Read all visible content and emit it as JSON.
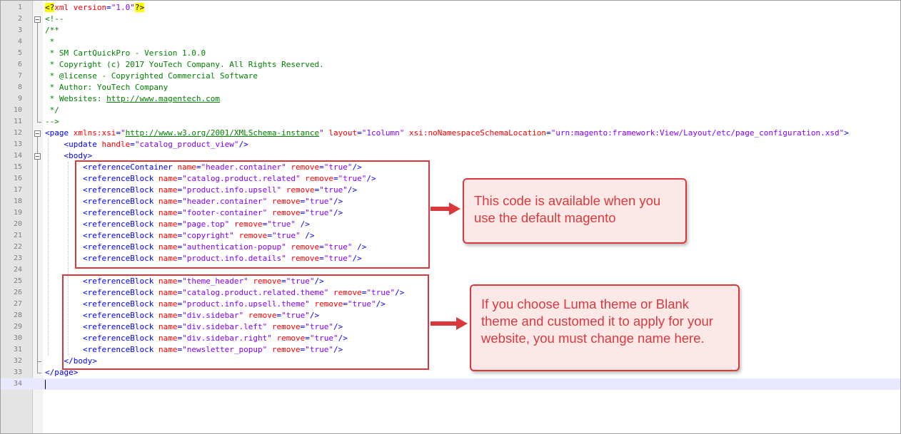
{
  "editor": {
    "lines": [
      {
        "n": "1",
        "parts": [
          [
            "pi",
            "<?"
          ],
          [
            "xmlpi",
            "xml "
          ],
          [
            "attr",
            "version"
          ],
          [
            "tag",
            "="
          ],
          [
            "val",
            "\"1.0\""
          ],
          [
            "pi",
            "?>"
          ]
        ]
      },
      {
        "n": "2",
        "parts": [
          [
            "cmt",
            "<!--"
          ]
        ]
      },
      {
        "n": "3",
        "parts": [
          [
            "cmt",
            "/**"
          ]
        ]
      },
      {
        "n": "4",
        "parts": [
          [
            "cmt",
            " *"
          ]
        ]
      },
      {
        "n": "5",
        "parts": [
          [
            "cmt",
            " * SM CartQuickPro - Version 1.0.0"
          ]
        ]
      },
      {
        "n": "6",
        "parts": [
          [
            "cmt",
            " * Copyright (c) 2017 YouTech Company. All Rights Reserved."
          ]
        ]
      },
      {
        "n": "7",
        "parts": [
          [
            "cmt",
            " * @license - Copyrighted Commercial Software"
          ]
        ]
      },
      {
        "n": "8",
        "parts": [
          [
            "cmt",
            " * Author: YouTech Company"
          ]
        ]
      },
      {
        "n": "9",
        "parts": [
          [
            "cmt",
            " * Websites: "
          ],
          [
            "url",
            "http://www.magentech.com"
          ]
        ]
      },
      {
        "n": "10",
        "parts": [
          [
            "cmt",
            " */"
          ]
        ]
      },
      {
        "n": "11",
        "parts": [
          [
            "cmt",
            "-->"
          ]
        ]
      },
      {
        "n": "12",
        "parts": [
          [
            "tag",
            "<page "
          ],
          [
            "attr",
            "xmlns:xsi"
          ],
          [
            "tag",
            "="
          ],
          [
            "val",
            "\""
          ],
          [
            "urlv",
            "http://www.w3.org/2001/XMLSchema-instance"
          ],
          [
            "val",
            "\""
          ],
          [
            "tag",
            " "
          ],
          [
            "attr",
            "layout"
          ],
          [
            "tag",
            "="
          ],
          [
            "val",
            "\"1column\""
          ],
          [
            "tag",
            " "
          ],
          [
            "attr",
            "xsi:noNamespaceSchemaLocation"
          ],
          [
            "tag",
            "="
          ],
          [
            "val",
            "\"urn:magento:framework:View/Layout/etc/page_configuration.xsd\""
          ],
          [
            "tag",
            ">"
          ]
        ]
      },
      {
        "n": "13",
        "parts": [
          [
            "tag",
            "    <update "
          ],
          [
            "attr",
            "handle"
          ],
          [
            "tag",
            "="
          ],
          [
            "val",
            "\"catalog_product_view\""
          ],
          [
            "tag",
            "/>"
          ]
        ]
      },
      {
        "n": "14",
        "parts": [
          [
            "tag",
            "    <body>"
          ]
        ]
      },
      {
        "n": "15",
        "parts": [
          [
            "tag",
            "        <referenceContainer "
          ],
          [
            "attr",
            "name"
          ],
          [
            "tag",
            "="
          ],
          [
            "val",
            "\"header.container\""
          ],
          [
            "tag",
            " "
          ],
          [
            "attr",
            "remove"
          ],
          [
            "tag",
            "="
          ],
          [
            "val",
            "\"true\""
          ],
          [
            "tag",
            "/>"
          ]
        ]
      },
      {
        "n": "16",
        "parts": [
          [
            "tag",
            "        <referenceBlock "
          ],
          [
            "attr",
            "name"
          ],
          [
            "tag",
            "="
          ],
          [
            "val",
            "\"catalog.product.related\""
          ],
          [
            "tag",
            " "
          ],
          [
            "attr",
            "remove"
          ],
          [
            "tag",
            "="
          ],
          [
            "val",
            "\"true\""
          ],
          [
            "tag",
            "/>"
          ]
        ]
      },
      {
        "n": "17",
        "parts": [
          [
            "tag",
            "        <referenceBlock "
          ],
          [
            "attr",
            "name"
          ],
          [
            "tag",
            "="
          ],
          [
            "val",
            "\"product.info.upsell\""
          ],
          [
            "tag",
            " "
          ],
          [
            "attr",
            "remove"
          ],
          [
            "tag",
            "="
          ],
          [
            "val",
            "\"true\""
          ],
          [
            "tag",
            "/>"
          ]
        ]
      },
      {
        "n": "18",
        "parts": [
          [
            "tag",
            "        <referenceBlock "
          ],
          [
            "attr",
            "name"
          ],
          [
            "tag",
            "="
          ],
          [
            "val",
            "\"header.container\""
          ],
          [
            "tag",
            " "
          ],
          [
            "attr",
            "remove"
          ],
          [
            "tag",
            "="
          ],
          [
            "val",
            "\"true\""
          ],
          [
            "tag",
            "/>"
          ]
        ]
      },
      {
        "n": "19",
        "parts": [
          [
            "tag",
            "        <referenceBlock "
          ],
          [
            "attr",
            "name"
          ],
          [
            "tag",
            "="
          ],
          [
            "val",
            "\"footer-container\""
          ],
          [
            "tag",
            " "
          ],
          [
            "attr",
            "remove"
          ],
          [
            "tag",
            "="
          ],
          [
            "val",
            "\"true\""
          ],
          [
            "tag",
            "/>"
          ]
        ]
      },
      {
        "n": "20",
        "parts": [
          [
            "tag",
            "        <referenceBlock "
          ],
          [
            "attr",
            "name"
          ],
          [
            "tag",
            "="
          ],
          [
            "val",
            "\"page.top\""
          ],
          [
            "tag",
            " "
          ],
          [
            "attr",
            "remove"
          ],
          [
            "tag",
            "="
          ],
          [
            "val",
            "\"true\""
          ],
          [
            "tag",
            " />"
          ]
        ]
      },
      {
        "n": "21",
        "parts": [
          [
            "tag",
            "        <referenceBlock "
          ],
          [
            "attr",
            "name"
          ],
          [
            "tag",
            "="
          ],
          [
            "val",
            "\"copyright\""
          ],
          [
            "tag",
            " "
          ],
          [
            "attr",
            "remove"
          ],
          [
            "tag",
            "="
          ],
          [
            "val",
            "\"true\""
          ],
          [
            "tag",
            " />"
          ]
        ]
      },
      {
        "n": "22",
        "parts": [
          [
            "tag",
            "        <referenceBlock "
          ],
          [
            "attr",
            "name"
          ],
          [
            "tag",
            "="
          ],
          [
            "val",
            "\"authentication-popup\""
          ],
          [
            "tag",
            " "
          ],
          [
            "attr",
            "remove"
          ],
          [
            "tag",
            "="
          ],
          [
            "val",
            "\"true\""
          ],
          [
            "tag",
            " />"
          ]
        ]
      },
      {
        "n": "23",
        "parts": [
          [
            "tag",
            "        <referenceBlock "
          ],
          [
            "attr",
            "name"
          ],
          [
            "tag",
            "="
          ],
          [
            "val",
            "\"product.info.details\""
          ],
          [
            "tag",
            " "
          ],
          [
            "attr",
            "remove"
          ],
          [
            "tag",
            "="
          ],
          [
            "val",
            "\"true\""
          ],
          [
            "tag",
            "/>"
          ]
        ]
      },
      {
        "n": "24",
        "parts": []
      },
      {
        "n": "25",
        "parts": [
          [
            "tag",
            "        <referenceBlock "
          ],
          [
            "attr",
            "name"
          ],
          [
            "tag",
            "="
          ],
          [
            "val",
            "\"theme_header\""
          ],
          [
            "tag",
            " "
          ],
          [
            "attr",
            "remove"
          ],
          [
            "tag",
            "="
          ],
          [
            "val",
            "\"true\""
          ],
          [
            "tag",
            "/>"
          ]
        ]
      },
      {
        "n": "26",
        "parts": [
          [
            "tag",
            "        <referenceBlock "
          ],
          [
            "attr",
            "name"
          ],
          [
            "tag",
            "="
          ],
          [
            "val",
            "\"catalog.product.related.theme\""
          ],
          [
            "tag",
            " "
          ],
          [
            "attr",
            "remove"
          ],
          [
            "tag",
            "="
          ],
          [
            "val",
            "\"true\""
          ],
          [
            "tag",
            "/>"
          ]
        ]
      },
      {
        "n": "27",
        "parts": [
          [
            "tag",
            "        <referenceBlock "
          ],
          [
            "attr",
            "name"
          ],
          [
            "tag",
            "="
          ],
          [
            "val",
            "\"product.info.upsell.theme\""
          ],
          [
            "tag",
            " "
          ],
          [
            "attr",
            "remove"
          ],
          [
            "tag",
            "="
          ],
          [
            "val",
            "\"true\""
          ],
          [
            "tag",
            "/>"
          ]
        ]
      },
      {
        "n": "28",
        "parts": [
          [
            "tag",
            "        <referenceBlock "
          ],
          [
            "attr",
            "name"
          ],
          [
            "tag",
            "="
          ],
          [
            "val",
            "\"div.sidebar\""
          ],
          [
            "tag",
            " "
          ],
          [
            "attr",
            "remove"
          ],
          [
            "tag",
            "="
          ],
          [
            "val",
            "\"true\""
          ],
          [
            "tag",
            "/>"
          ]
        ]
      },
      {
        "n": "29",
        "parts": [
          [
            "tag",
            "        <referenceBlock "
          ],
          [
            "attr",
            "name"
          ],
          [
            "tag",
            "="
          ],
          [
            "val",
            "\"div.sidebar.left\""
          ],
          [
            "tag",
            " "
          ],
          [
            "attr",
            "remove"
          ],
          [
            "tag",
            "="
          ],
          [
            "val",
            "\"true\""
          ],
          [
            "tag",
            "/>"
          ]
        ]
      },
      {
        "n": "30",
        "parts": [
          [
            "tag",
            "        <referenceBlock "
          ],
          [
            "attr",
            "name"
          ],
          [
            "tag",
            "="
          ],
          [
            "val",
            "\"div.sidebar.right\""
          ],
          [
            "tag",
            " "
          ],
          [
            "attr",
            "remove"
          ],
          [
            "tag",
            "="
          ],
          [
            "val",
            "\"true\""
          ],
          [
            "tag",
            "/>"
          ]
        ]
      },
      {
        "n": "31",
        "parts": [
          [
            "tag",
            "        <referenceBlock "
          ],
          [
            "attr",
            "name"
          ],
          [
            "tag",
            "="
          ],
          [
            "val",
            "\"newsletter_popup\""
          ],
          [
            "tag",
            " "
          ],
          [
            "attr",
            "remove"
          ],
          [
            "tag",
            "="
          ],
          [
            "val",
            "\"true\""
          ],
          [
            "tag",
            "/>"
          ]
        ]
      },
      {
        "n": "32",
        "parts": [
          [
            "tag",
            "    </body>"
          ]
        ]
      },
      {
        "n": "33",
        "parts": [
          [
            "tag",
            "</page>"
          ]
        ]
      },
      {
        "n": "34",
        "parts": []
      }
    ],
    "current_line": "34"
  },
  "callouts": {
    "default_note": "This code is available when you use the default magento",
    "theme_note": "If you choose Luma theme or Blank theme and customed it to apply for your website, you must change name here."
  },
  "colors": {
    "annotation_red": "#d9393d",
    "callout_fill": "#fde8e8",
    "tag": "#0000ff",
    "attribute": "#ff0000",
    "value": "#8000ff",
    "comment": "#008000"
  }
}
